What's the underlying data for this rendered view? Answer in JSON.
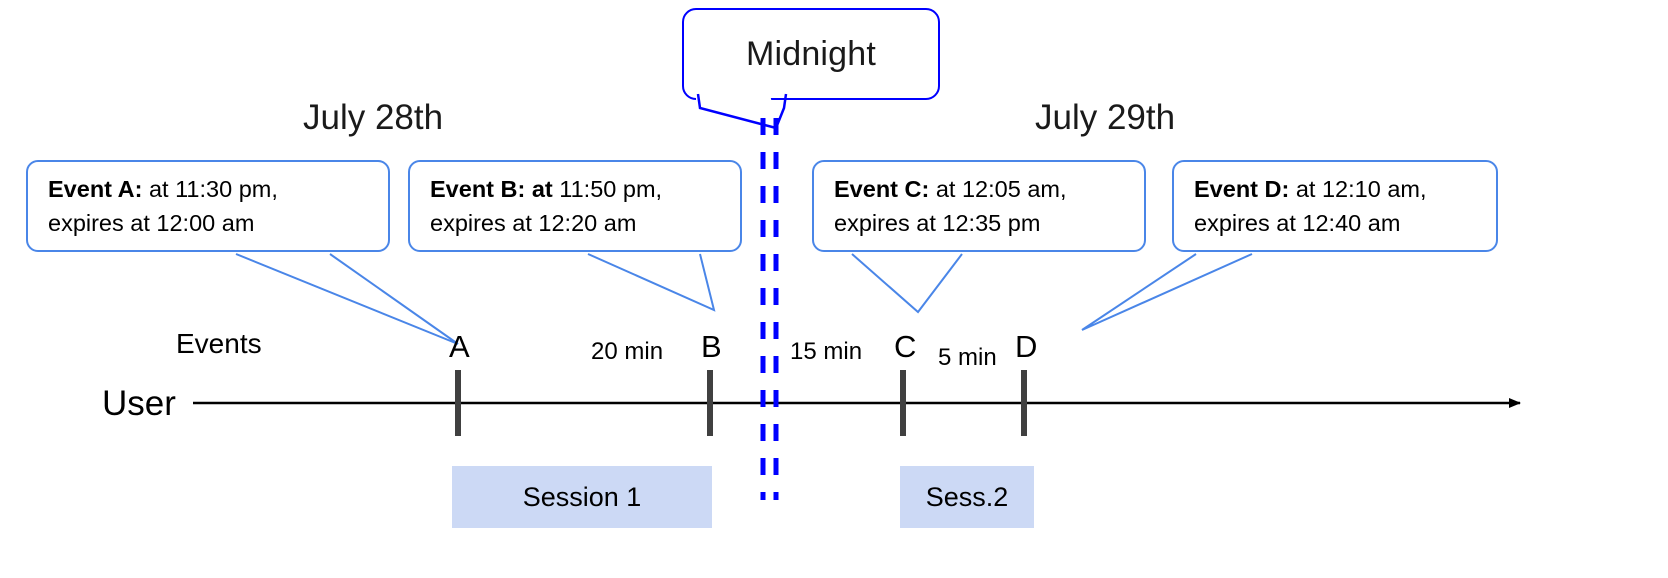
{
  "diagram": {
    "title_callout": {
      "label": "Midnight",
      "border_color": "#0000ff"
    },
    "days": [
      {
        "label": "July 28th"
      },
      {
        "label": "July 29th"
      }
    ],
    "event_callouts": [
      {
        "id": "A",
        "bold_prefix": "Event A:",
        "line1_rest": " at 11:30 pm,",
        "line2": "expires at 12:00 am",
        "occurs_at": "11:30 pm",
        "expires_at": "12:00 am"
      },
      {
        "id": "B",
        "bold_prefix": "Event B: at",
        "line1_rest": " 11:50 pm,",
        "line2": "expires at 12:20 am",
        "occurs_at": "11:50 pm",
        "expires_at": "12:20 am"
      },
      {
        "id": "C",
        "bold_prefix": "Event C:",
        "line1_rest": " at 12:05 am,",
        "line2": "expires at 12:35 pm",
        "occurs_at": "12:05 am",
        "expires_at": "12:35 pm"
      },
      {
        "id": "D",
        "bold_prefix": "Event D:",
        "line1_rest": "  at 12:10 am,",
        "line2": "expires at 12:40 am",
        "occurs_at": "12:10 am",
        "expires_at": "12:40 am"
      }
    ],
    "rows": {
      "events_label": "Events",
      "user_label": "User"
    },
    "ticks": [
      {
        "letter": "A"
      },
      {
        "letter": "B"
      },
      {
        "letter": "C"
      },
      {
        "letter": "D"
      }
    ],
    "gaps": [
      {
        "label": "20 min"
      },
      {
        "label": "15 min"
      },
      {
        "label": "5 min"
      }
    ],
    "sessions": [
      {
        "label": "Session 1"
      },
      {
        "label": "Sess.2"
      }
    ],
    "colors": {
      "callout_border": "#4a86e8",
      "midnight_border": "#0000ff",
      "midnight_dash": "#0000ff",
      "session_fill": "#ccd9f5",
      "tick_mark": "#404040",
      "axis": "#000000"
    }
  }
}
